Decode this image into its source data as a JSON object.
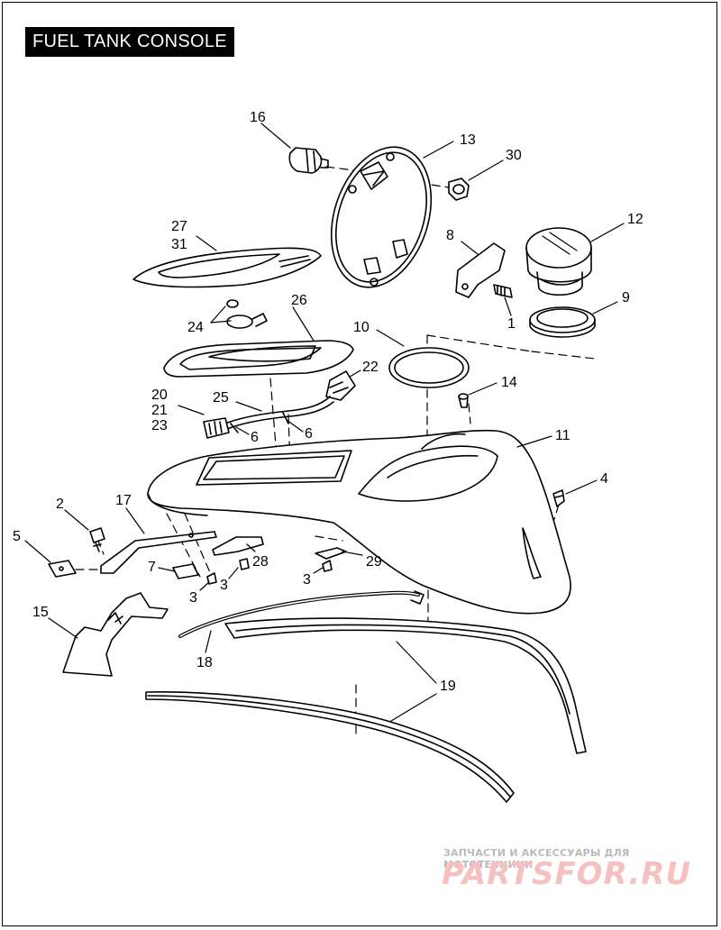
{
  "title": "FUEL TANK CONSOLE",
  "callouts": [
    {
      "id": "c16",
      "text": "16"
    },
    {
      "id": "c13",
      "text": "13"
    },
    {
      "id": "c30",
      "text": "30"
    },
    {
      "id": "c27",
      "text": "27"
    },
    {
      "id": "c31",
      "text": "31"
    },
    {
      "id": "c12",
      "text": "12"
    },
    {
      "id": "c8",
      "text": "8"
    },
    {
      "id": "c9",
      "text": "9"
    },
    {
      "id": "c1",
      "text": "1"
    },
    {
      "id": "c26",
      "text": "26"
    },
    {
      "id": "c24",
      "text": "24"
    },
    {
      "id": "c10",
      "text": "10"
    },
    {
      "id": "c22",
      "text": "22"
    },
    {
      "id": "c14",
      "text": "14"
    },
    {
      "id": "c20",
      "text": "20"
    },
    {
      "id": "c21",
      "text": "21"
    },
    {
      "id": "c23",
      "text": "23"
    },
    {
      "id": "c25",
      "text": "25"
    },
    {
      "id": "c6a",
      "text": "6"
    },
    {
      "id": "c6b",
      "text": "6"
    },
    {
      "id": "c11",
      "text": "11"
    },
    {
      "id": "c4",
      "text": "4"
    },
    {
      "id": "c2",
      "text": "2"
    },
    {
      "id": "c17",
      "text": "17"
    },
    {
      "id": "c5",
      "text": "5"
    },
    {
      "id": "c7",
      "text": "7"
    },
    {
      "id": "c28",
      "text": "28"
    },
    {
      "id": "c29",
      "text": "29"
    },
    {
      "id": "c3a",
      "text": "3"
    },
    {
      "id": "c3b",
      "text": "3"
    },
    {
      "id": "c3c",
      "text": "3"
    },
    {
      "id": "c15",
      "text": "15"
    },
    {
      "id": "c18",
      "text": "18"
    },
    {
      "id": "c19",
      "text": "19"
    }
  ],
  "watermark": {
    "subtitle": "ЗАПЧАСТИ И АКСЕССУАРЫ ДЛЯ МОТОТЕХНИКИ",
    "logo": "PARTSFOR.RU"
  }
}
